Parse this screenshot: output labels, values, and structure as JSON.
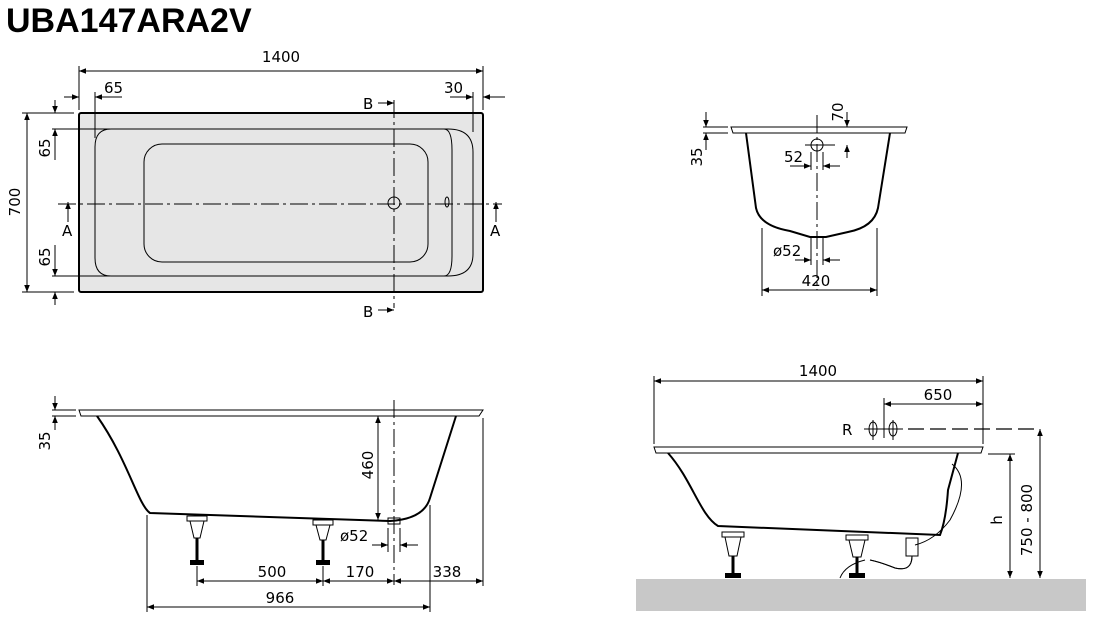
{
  "title": "UBA147ARA2V",
  "colors": {
    "tub_fill": "#e6e6e6",
    "floor": "#c8c8c8",
    "line": "#000000"
  },
  "top_view": {
    "length": "1400",
    "width": "700",
    "left_offset": "65",
    "right_offset": "30",
    "top_offset": "65",
    "bottom_offset": "65",
    "section_a": "A",
    "section_b": "B"
  },
  "section_b_view": {
    "rim": "35",
    "drain_offset": "70",
    "drain_width": "52",
    "drain_diameter": "ø52",
    "bottom_width": "420"
  },
  "side_view": {
    "rim": "35",
    "depth": "460",
    "drain_diameter": "ø52",
    "leg_spacing": "500",
    "leg_to_drain": "170",
    "drain_to_end": "338",
    "overall_legs": "966"
  },
  "installed_view": {
    "length": "1400",
    "tap_offset": "650",
    "tap_label": "R",
    "height_label": "h",
    "height_range": "750 - 800"
  }
}
